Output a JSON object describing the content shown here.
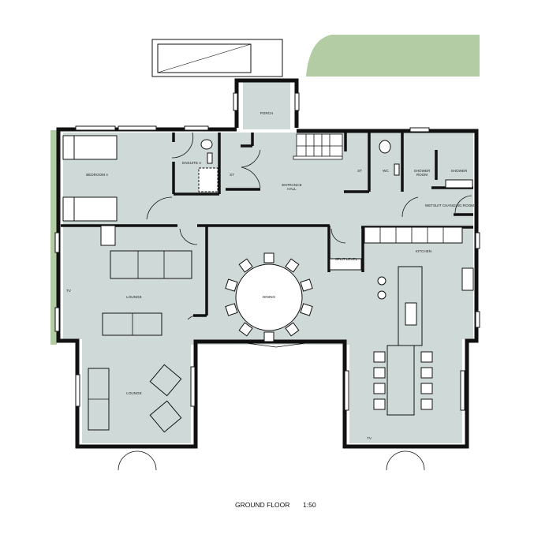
{
  "plan": {
    "title": "GROUND FLOOR",
    "scale": "1:50",
    "rooms": {
      "porch": "PORCH",
      "bedroom4": "BEDROOM 4",
      "ensuite4": "ENSUITE 4",
      "store1": "ST",
      "entrance_hall_1": "ENTRANCE",
      "entrance_hall_2": "HALL",
      "store2": "ST",
      "wc": "WC",
      "shower_room_1": "SHOWER",
      "shower_room_2": "ROOM",
      "shower": "SHOWER",
      "wetsuit": "WETSUIT CHANGING ROOM",
      "kitchen": "KITCHEN",
      "split_level": "SPLIT LEVEL",
      "lounge1": "LOUNGE",
      "lounge2": "LOUNGE",
      "dining": "DINING",
      "tv1": "TV",
      "tv2": "TV"
    },
    "colors": {
      "room": "#cfdad8",
      "garden": "#b3cca3",
      "wall": "#111111"
    }
  }
}
